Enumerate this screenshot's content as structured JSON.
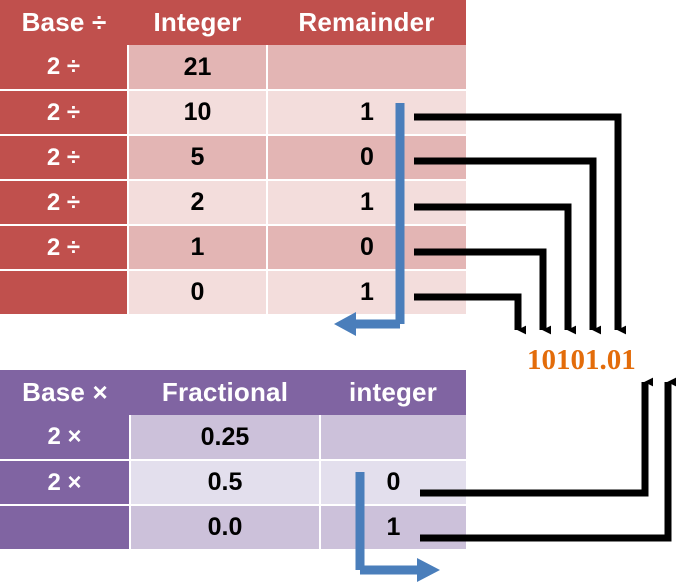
{
  "division_table": {
    "name": "integer-part-division-table",
    "headers": [
      "Base ÷",
      "Integer",
      "Remainder"
    ],
    "rows": [
      {
        "base": "2 ÷",
        "value": "21",
        "remainder": ""
      },
      {
        "base": "2 ÷",
        "value": "10",
        "remainder": "1"
      },
      {
        "base": "2 ÷",
        "value": "5",
        "remainder": "0"
      },
      {
        "base": "2 ÷",
        "value": "2",
        "remainder": "1"
      },
      {
        "base": "2 ÷",
        "value": "1",
        "remainder": "0"
      },
      {
        "base": "",
        "value": "0",
        "remainder": "1"
      }
    ],
    "header_color": "#C0504D",
    "row_color_a": "#E3B5B4",
    "row_color_b": "#F3DDDC",
    "read_direction_arrow": "up-to-down-then-left"
  },
  "multiplication_table": {
    "name": "fractional-part-multiplication-table",
    "headers": [
      "Base ×",
      "Fractional",
      "integer"
    ],
    "rows": [
      {
        "base": "2 ×",
        "value": "0.25",
        "integer": ""
      },
      {
        "base": "2 ×",
        "value": "0.5",
        "integer": "0"
      },
      {
        "base": "",
        "value": "0.0",
        "integer": "1"
      }
    ],
    "header_color": "#8064A2",
    "row_color_a": "#CCC1DA",
    "row_color_b": "#E3DFED"
  },
  "result": {
    "text": "10101.01",
    "color": "#E36C0A"
  },
  "connectors": {
    "line_color": "#000000",
    "blue_guide_color": "#4A7EBB",
    "down_arrow_count": 5,
    "up_arrow_count": 2
  }
}
